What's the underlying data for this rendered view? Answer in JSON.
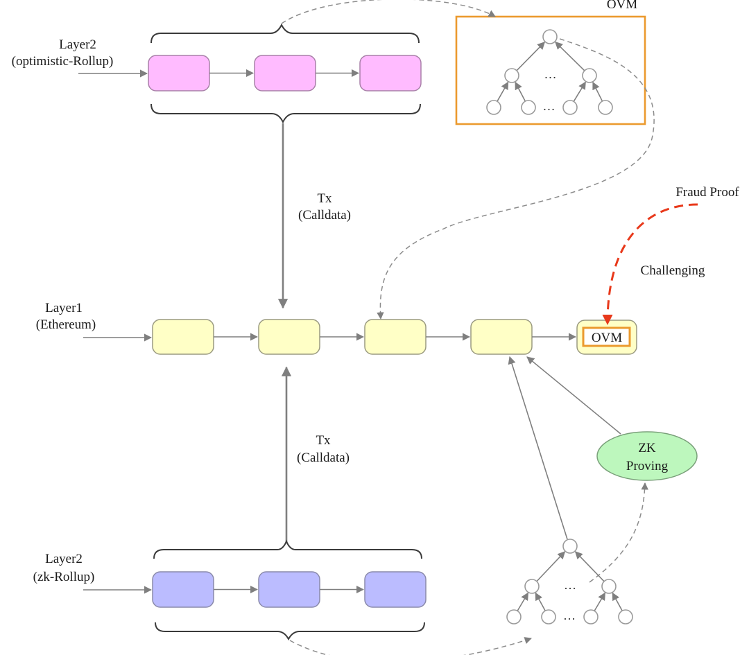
{
  "labels": {
    "l2_optimistic": {
      "line1": "Layer2",
      "line2": "(optimistic-Rollup)"
    },
    "l1": {
      "line1": "Layer1",
      "line2": "(Ethereum)"
    },
    "l2_zk": {
      "line1": "Layer2",
      "line2": "(zk-Rollup)"
    },
    "tx_top": {
      "line1": "Tx",
      "line2": "(Calldata)"
    },
    "tx_bottom": {
      "line1": "Tx",
      "line2": "(Calldata)"
    },
    "ovm_title": "OVM",
    "ovm_block": "OVM",
    "fraud_proof": "Fraud Proof",
    "challenging": "Challenging",
    "zk_proving": {
      "line1": "ZK",
      "line2": "Proving"
    },
    "ellipsis": "…"
  },
  "colors": {
    "optimistic_block": "#ffbbff",
    "optimistic_border": "#a880a8",
    "l1_block": "#ffffc6",
    "l1_border": "#9a9a80",
    "zk_block": "#bbbcff",
    "zk_border": "#8a8aaa",
    "ovm_frame": "#eb9a2e",
    "zk_proving_fill": "#bdf7bd",
    "zk_proving_border": "#7aa07a",
    "fraud_arrow": "#e8391b"
  },
  "chains": {
    "optimistic": {
      "block_count": 3
    },
    "layer1": {
      "block_count": 4,
      "final_block": "OVM"
    },
    "zk": {
      "block_count": 3
    }
  }
}
